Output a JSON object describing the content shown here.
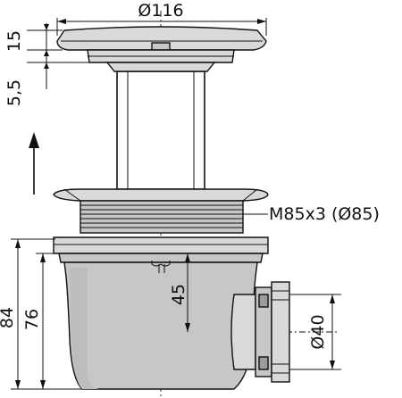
{
  "dimensions": {
    "cap_diameter": "Ø116",
    "cap_height": "15",
    "gap_height": "5,5",
    "thread": "M85x3 (Ø85)",
    "outlet_drop": "45",
    "total_height": "84",
    "body_height": "76",
    "outlet_diameter": "Ø40"
  }
}
